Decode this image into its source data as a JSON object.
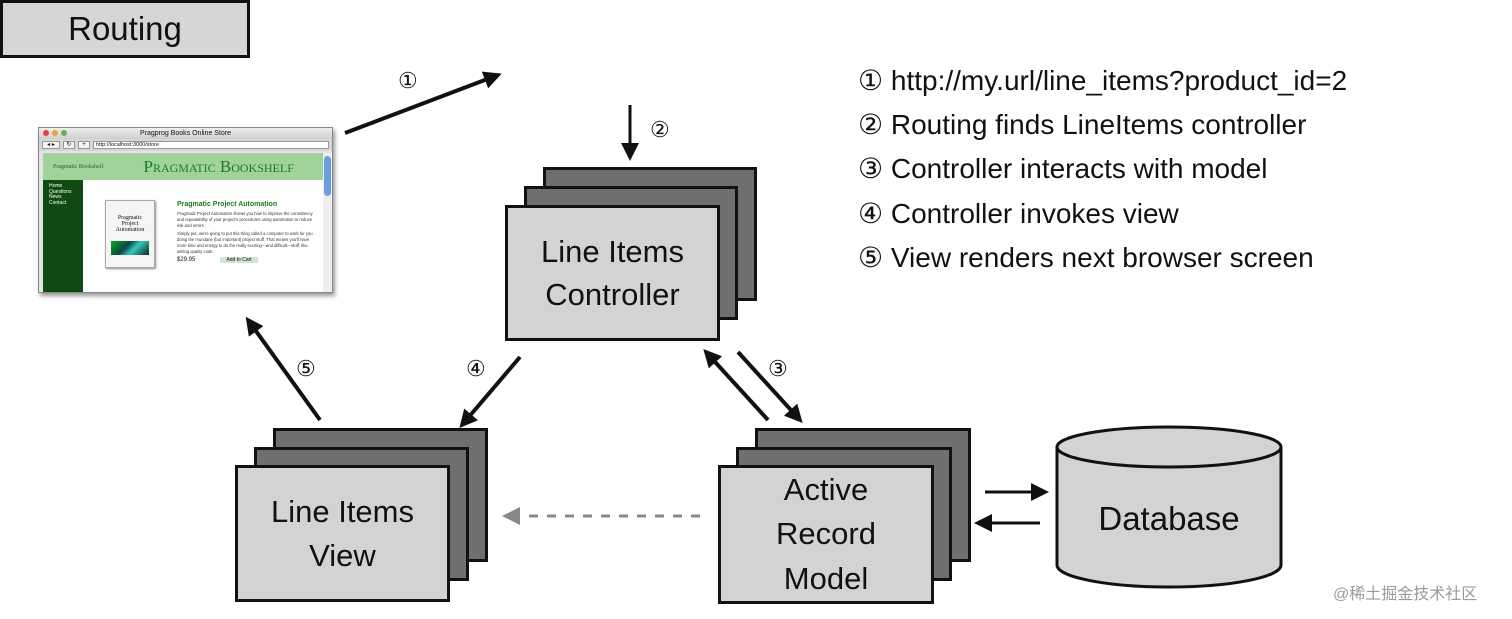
{
  "nodes": {
    "routing": "Routing",
    "controller": [
      "Line Items",
      "Controller"
    ],
    "view": [
      "Line Items",
      "View"
    ],
    "model": [
      "Active",
      "Record",
      "Model"
    ],
    "database": "Database"
  },
  "step_markers": [
    "①",
    "②",
    "③",
    "④",
    "⑤"
  ],
  "legend": [
    "① http://my.url/line_items?product_id=2",
    "② Routing finds LineItems controller",
    "③ Controller interacts with model",
    "④ Controller invokes view",
    "⑤ View renders next browser screen"
  ],
  "browser": {
    "title": "Pragprog Books Online Store",
    "url": "http://localhost:3000/store",
    "logo": "Pragmatic Bookshelf",
    "banner": "Pragmatic Bookshelf",
    "nav": [
      "Home",
      "Questions",
      "News",
      "Contact"
    ],
    "cover": [
      "Pragmatic",
      "Project",
      "Automation"
    ],
    "product_title": "Pragmatic Project Automation",
    "desc1": "Pragmatic Project Automation shows you how to improve the consistency and repeatability of your project's procedures using automation to reduce risk and errors.",
    "desc2": "Simply put, we're going to put this thing called a computer to work for you doing the mundane (but important) project stuff. That means you'll have more time and energy to do the really exciting—and difficult—stuff, like writing quality code.",
    "price": "$29.95",
    "add_to_cart": "Add to Cart"
  },
  "watermark": "@稀土掘金技术社区",
  "colors": {
    "box_front": "#d3d3d3",
    "box_back": "#6f6f6f",
    "dashed_arrow": "#888888"
  }
}
